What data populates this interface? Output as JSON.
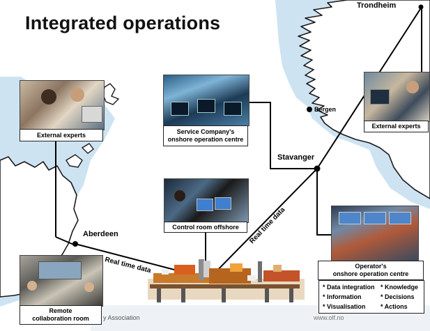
{
  "slide": {
    "title": "Integrated operations",
    "footer_left": "y Association",
    "footer_right": "www.olf.no"
  },
  "places": {
    "trondheim": "Trondheim",
    "bergen": "Bergen",
    "stavanger": "Stavanger",
    "aberdeen": "Aberdeen"
  },
  "links": {
    "realtime_left": "Real time data",
    "realtime_right": "Real time data"
  },
  "boxes": {
    "external_experts_left": "External experts",
    "service_company": [
      "Service Company's",
      "onshore operation centre"
    ],
    "external_experts_right": "External experts",
    "control_room": "Control room offshore",
    "remote_collab": [
      "Remote",
      "collaboration room"
    ],
    "operator": [
      "Operator's",
      "onshore operation centre"
    ]
  },
  "bullets": {
    "col1": [
      "* Data integration",
      "* Information",
      "* Visualisation"
    ],
    "col2": [
      "* Knowledge",
      "* Decisions",
      "* Actions"
    ]
  },
  "colors": {
    "sea": "#cde3f2",
    "land": "#ffffff",
    "coast": "#1a1a1a",
    "line": "#000000"
  }
}
